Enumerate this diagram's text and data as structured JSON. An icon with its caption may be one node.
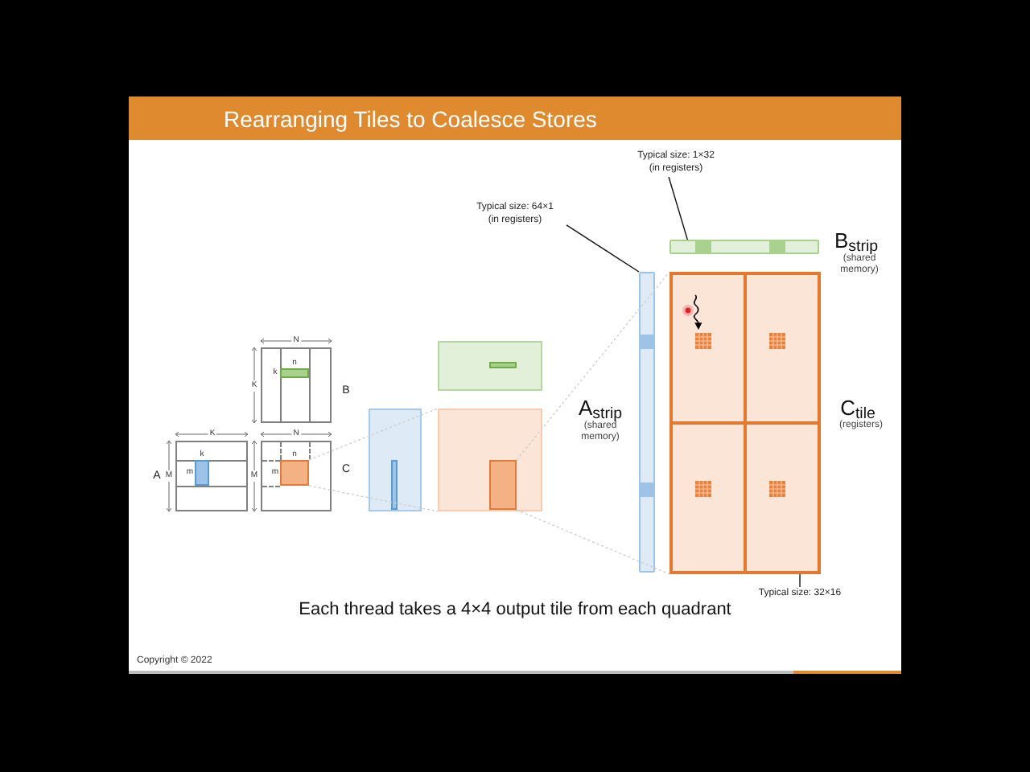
{
  "diagram": {
    "title": "Rearranging Tiles to Coalesce Stores",
    "caption": "Each thread takes a 4×4 output tile from each quadrant",
    "nodes": [
      {
        "text": [
          "Typical size: 1×32",
          "(in registers)"
        ]
      },
      {
        "text": [
          "Typical size: 64×1",
          "(in registers)"
        ]
      },
      {
        "text": [],
        "shape": "bar",
        "beside": [
          "B$_{strip}$",
          "(shared memory)"
        ]
      },
      {
        "text": [],
        "shape": "bar",
        "beside": [
          "A$_{strip}$",
          "(shared memory)"
        ]
      },
      {
        "text": [],
        "shape": "box",
        "beside": [
          "C$_{tile}$",
          "(registers)"
        ]
      },
      {
        "text": [],
        "shape": "box"
      },
      {
        "text": [],
        "shape": "box",
        "in": 5
      },
      {
        "text": [],
        "shape": "box",
        "beside": [
          "B"
        ]
      },
      {
        "text": [],
        "shape": "box",
        "in": 7,
        "beside": [
          "n",
          "k"
        ]
      },
      {
        "text": [],
        "shape": "box"
      },
      {
        "text": [],
        "shape": "box",
        "in": 9
      },
      {
        "text": [],
        "shape": "box"
      },
      {
        "text": [],
        "shape": "box",
        "in": 11
      },
      {
        "text": [],
        "shape": "box",
        "beside": [
          "A"
        ]
      },
      {
        "text": [],
        "shape": "box",
        "in": 13,
        "beside": [
          "k",
          "m"
        ]
      },
      {
        "text": [],
        "shape": "box",
        "beside": [
          "C"
        ]
      },
      {
        "text": [],
        "shape": "box",
        "in": 15,
        "beside": [
          "n",
          "m"
        ]
      },
      {
        "text": [
          "Typical size: 32×16"
        ]
      }
    ],
    "edges": [
      {
        "from": 0,
        "to": 2,
        "arrow": "none",
        "color": "#111111"
      },
      {
        "from": 1,
        "to": 3,
        "arrow": "none",
        "color": "#111111"
      },
      {
        "from": 17,
        "to": 4,
        "arrow": "none",
        "color": "#111111"
      },
      {
        "from": 16,
        "to": 11,
        "arrow": "none",
        "style": "dashed",
        "color": "#cfcfcf"
      },
      {
        "from": 16,
        "to": 11,
        "arrow": "none",
        "style": "dashed",
        "color": "#cfcfcf"
      },
      {
        "from": 12,
        "to": 4,
        "arrow": "none",
        "style": "dashed",
        "color": "#cfcfcf"
      },
      {
        "from": 12,
        "to": 4,
        "arrow": "none",
        "style": "dashed",
        "color": "#cfcfcf"
      }
    ],
    "labels": [
      "N",
      "K",
      "K",
      "N",
      "M",
      "M",
      "Copyright © 2022"
    ]
  }
}
